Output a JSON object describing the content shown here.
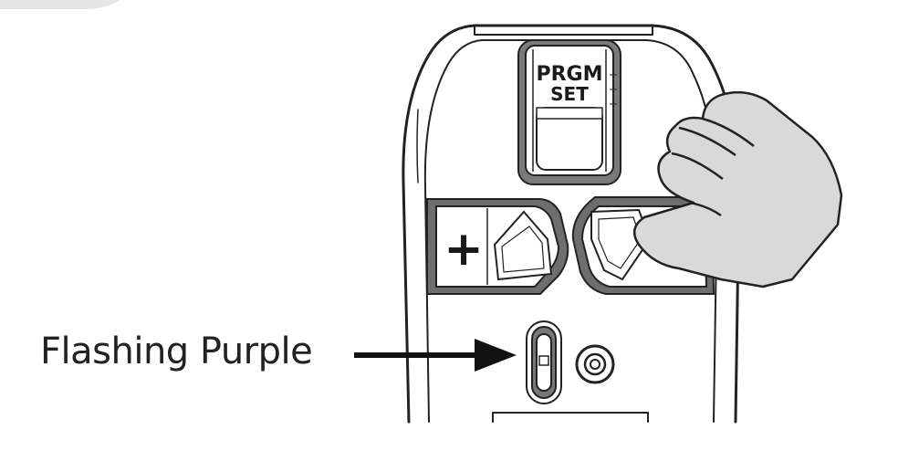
{
  "caption": {
    "text": "Flashing Purple"
  },
  "device": {
    "program_button": {
      "line1": "PRGM",
      "line2": "SET"
    },
    "plus_button": {
      "symbol": "+"
    },
    "minus_button": {
      "symbol": ""
    },
    "indicator_light": {
      "state": "flashing",
      "color_name": "Purple"
    }
  },
  "colors": {
    "outline": "#222222",
    "button_fill": "#666666",
    "background": "#ffffff"
  },
  "icons": {
    "arrow": "right-arrow-icon",
    "hand": "pointing-hand-icon"
  }
}
